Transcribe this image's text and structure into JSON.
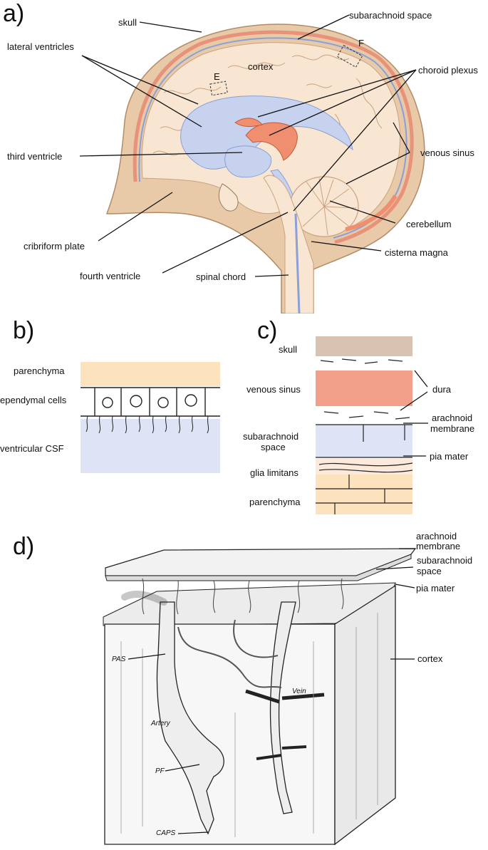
{
  "panel_a": {
    "letter": "a)",
    "labels": {
      "skull": "skull",
      "subarachnoid_space": "subarachnoid space",
      "lateral_ventricles": "lateral ventricles",
      "cortex": "cortex",
      "choroid_plexus": "choroid plexus",
      "box_e": "E",
      "box_f": "F",
      "third_ventricle": "third ventricle",
      "venous_sinus": "venous sinus",
      "cerebellum": "cerebellum",
      "cribriform_plate": "cribriform plate",
      "cisterna_magna": "cisterna magna",
      "fourth_ventricle": "fourth ventricle",
      "spinal_chord": "spinal chord"
    }
  },
  "panel_b": {
    "letter": "b)",
    "labels": {
      "parenchyma": "parenchyma",
      "ependymal_cells": "ependymal cells",
      "ventricular_csf": "ventricular CSF"
    }
  },
  "panel_c": {
    "letter": "c)",
    "labels": {
      "skull": "skull",
      "venous_sinus": "venous sinus",
      "dura": "dura",
      "arachnoid_membrane_1": "arachnoid",
      "arachnoid_membrane_2": "membrane",
      "subarachnoid_space_1": "subarachnoid",
      "subarachnoid_space_2": "space",
      "pia_mater": "pia mater",
      "glia_limitans": "glia limitans",
      "parenchyma": "parenchyma"
    }
  },
  "panel_d": {
    "letter": "d)",
    "labels": {
      "arachnoid_membrane_1": "arachnoid",
      "arachnoid_membrane_2": "membrane",
      "subarachnoid_space_1": "subarachnoid",
      "subarachnoid_space_2": "space",
      "pia_mater": "pia mater",
      "cortex": "cortex",
      "pas": "PAS",
      "vein": "Vein",
      "artery": "Artery",
      "pf": "PF",
      "caps": "CAPS"
    }
  },
  "colors": {
    "skull": "#e8c9a8",
    "skull_edge": "#b28b66",
    "cortex": "#f9e6d2",
    "ventricle": "#c6d2ee",
    "choroid": "#ef8f6f",
    "sinus": "#f3a08a",
    "csf": "#dfe3f6",
    "parenchyma": "#fde2be",
    "skull_band": "#d8c3b2"
  }
}
